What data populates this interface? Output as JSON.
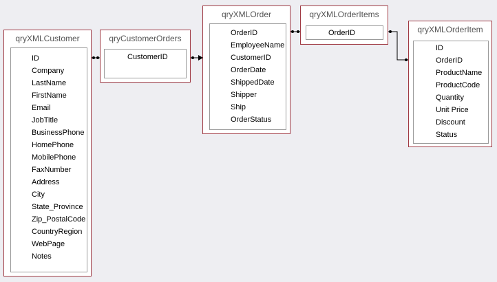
{
  "tables": [
    {
      "id": "qryXMLCustomer",
      "title": "qryXMLCustomer",
      "fields": [
        "ID",
        "Company",
        "LastName",
        "FirstName",
        "Email",
        "JobTitle",
        "BusinessPhone",
        "HomePhone",
        "MobilePhone",
        "FaxNumber",
        "Address",
        "City",
        "State_Province",
        "Zip_PostalCode",
        "CountryRegion",
        "WebPage",
        "Notes"
      ]
    },
    {
      "id": "qryCustomerOrders",
      "title": "qryCustomerOrders",
      "fields": [
        "CustomerID"
      ]
    },
    {
      "id": "qryXMLOrder",
      "title": "qryXMLOrder",
      "fields": [
        "OrderID",
        "EmployeeName",
        "CustomerID",
        "OrderDate",
        "ShippedDate",
        "Shipper",
        "Ship",
        "OrderStatus"
      ]
    },
    {
      "id": "qryXMLOrderItems",
      "title": "qryXMLOrderItems",
      "fields": [
        "OrderID"
      ]
    },
    {
      "id": "qryXMLOrderItem",
      "title": "qryXMLOrderItem",
      "fields": [
        "ID",
        "OrderID",
        "ProductName",
        "ProductCode",
        "Quantity",
        "Unit Price",
        "Discount",
        "Status"
      ]
    }
  ],
  "colors": {
    "canvas": "#eeeef2",
    "table_border": "#a03a44",
    "field_list_border": "#9a9a9a",
    "join_line": "#000000"
  }
}
